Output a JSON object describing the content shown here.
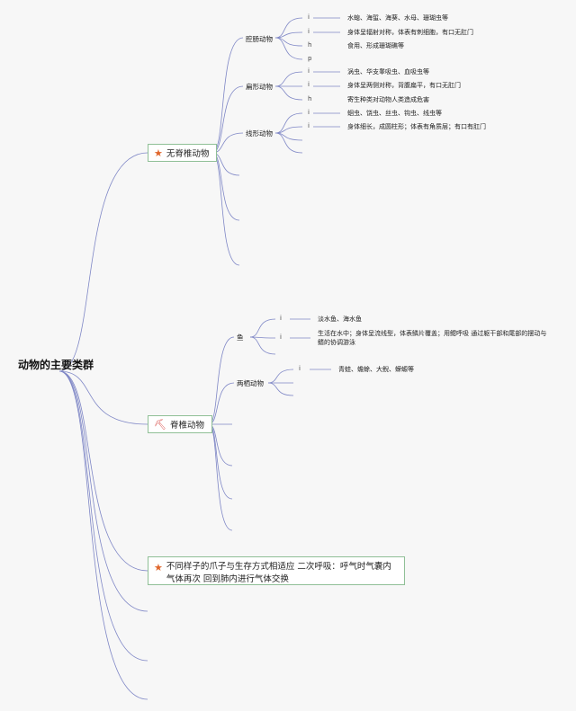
{
  "root": "动物的主要类群",
  "colors": {
    "line": "#7f87c6",
    "box_border": "#8fbf96",
    "star": "#e0662b"
  },
  "icons": {
    "star": "star-icon",
    "pickaxe": "tool-icon"
  },
  "branches": [
    {
      "label": "无脊椎动物",
      "icon": "★",
      "subs": [
        {
          "label": "腔肠动物",
          "leaves": [
            {
              "mark": "i",
              "text": "水螅、海蜇、海葵、水母、珊瑚虫等"
            },
            {
              "mark": "i",
              "text": "身体呈辐射对称，体表有刺细胞，有口无肛门"
            },
            {
              "mark": "h",
              "text": "食用、形成珊瑚礁等"
            },
            {
              "mark": "p",
              "text": ""
            }
          ]
        },
        {
          "label": "扁形动物",
          "leaves": [
            {
              "mark": "i",
              "text": "涡虫、华支睾吸虫、血吸虫等"
            },
            {
              "mark": "i",
              "text": "身体呈两侧对称，背腹扁平，有口无肛门"
            },
            {
              "mark": "h",
              "text": "寄生种类对动物人类造成危害"
            }
          ]
        },
        {
          "label": "线形动物",
          "leaves": [
            {
              "mark": "i",
              "text": "蛔虫、饶虫、丝虫、钩虫、线虫等"
            },
            {
              "mark": "i",
              "text": "身体细长，成圆柱形；体表有角质层；有口有肛门"
            }
          ]
        }
      ]
    },
    {
      "label": "脊椎动物",
      "icon": "⛏",
      "subs": [
        {
          "label": "鱼",
          "leaves": [
            {
              "mark": "i",
              "text": "淡水鱼、海水鱼"
            },
            {
              "mark": "i",
              "text": "生活在水中；身体呈流线型，体表鳞片覆盖；用鳃呼吸 通过躯干部和尾部的摆动与鳍的协调游泳"
            }
          ]
        },
        {
          "label": "两栖动物",
          "leaves": [
            {
              "mark": "i",
              "text": "青蛙、蟾蜍、大鲵、蝾螈等"
            }
          ]
        }
      ]
    },
    {
      "label": "不同样子的爪子与生存方式相适应 二次呼吸：呼气时气囊内气体再次 回到肺内进行气体交换",
      "icon": "★"
    }
  ]
}
